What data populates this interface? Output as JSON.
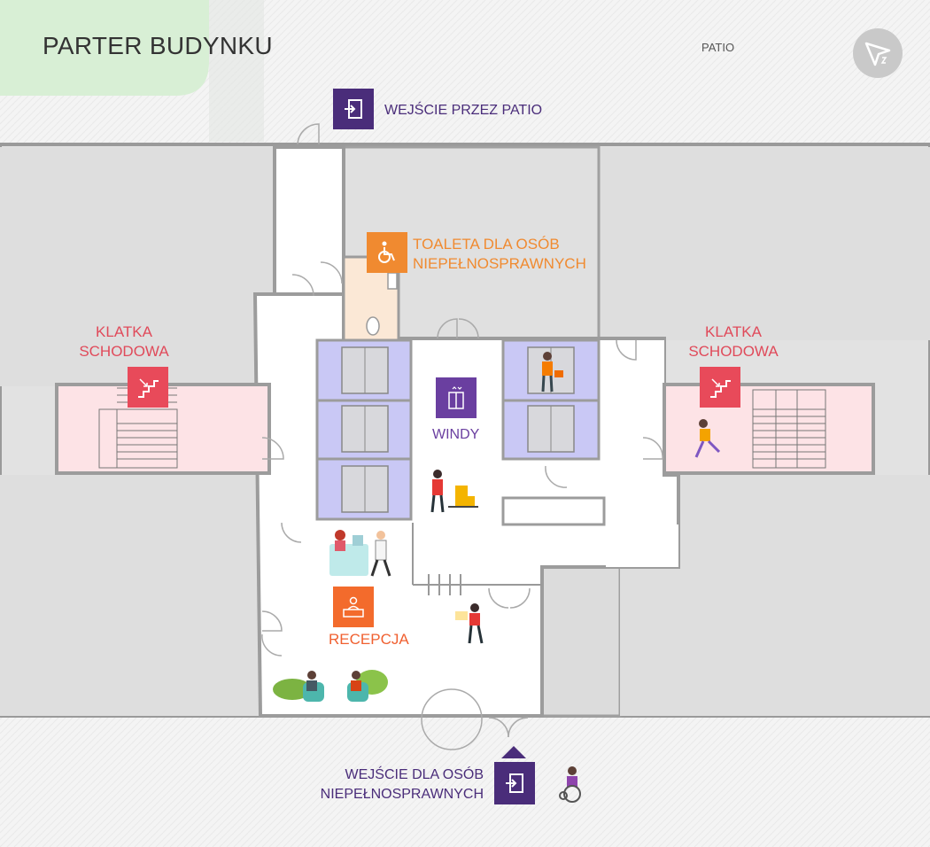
{
  "map": {
    "title": "PARTER BUDYNKU",
    "patio_label": "PATIO",
    "compass": "north-compass-icon",
    "colors": {
      "purple": "#4a2d7a",
      "orange": "#f08a30",
      "stair_red": "#e84a5a",
      "reception_orange": "#f36b2c",
      "elevator_lavender": "#c9c8f5",
      "stair_area_pink": "#fde3e6",
      "toilet_area_peach": "#fbe8d6",
      "garden_green": "#d8efd5"
    },
    "entrance_patio": {
      "label": "WEJŚCIE PRZEZ PATIO",
      "icon": "door-entrance-icon"
    },
    "toilet": {
      "line1": "TOALETA DLA OSÓB",
      "line2": "NIEPEŁNOSPRAWNYCH",
      "icon": "wheelchair-icon"
    },
    "stairs_left": {
      "line1": "KLATKA",
      "line2": "SCHODOWA",
      "icon": "stairs-icon"
    },
    "stairs_right": {
      "line1": "KLATKA",
      "line2": "SCHODOWA",
      "icon": "stairs-icon"
    },
    "elevators": {
      "label": "WINDY",
      "icon": "elevator-icon"
    },
    "reception": {
      "label": "RECEPCJA",
      "icon": "reception-desk-icon"
    },
    "entrance_accessible": {
      "line1": "WEJŚCIE DLA OSÓB",
      "line2": "NIEPEŁNOSPRAWNYCH",
      "icon": "door-entrance-icon"
    }
  }
}
